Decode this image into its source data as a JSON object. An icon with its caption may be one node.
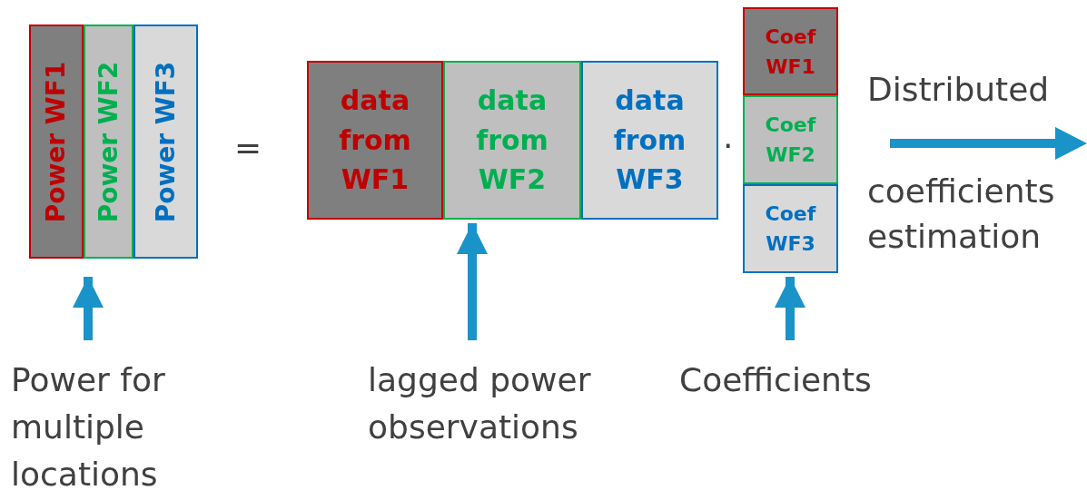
{
  "diagram": {
    "nodes": [
      {
        "text": [
          "Power WF1"
        ]
      },
      {
        "text": [
          "Power WF2"
        ]
      },
      {
        "text": [
          "Power WF3"
        ]
      },
      {
        "text": [
          "data from WF1"
        ]
      },
      {
        "text": [
          "data from WF2"
        ]
      },
      {
        "text": [
          "data from WF3"
        ]
      },
      {
        "text": [
          "Coef WF1"
        ]
      },
      {
        "text": [
          "Coef WF2"
        ]
      },
      {
        "text": [
          "Coef WF3"
        ]
      },
      {
        "text": [
          "Power for multiple locations"
        ]
      },
      {
        "text": [
          "lagged power observations"
        ]
      },
      {
        "text": [
          "Coefficients"
        ]
      }
    ],
    "edges": [
      {
        "from": 9,
        "to": 1,
        "arrow": "to"
      },
      {
        "from": 10,
        "to": 4,
        "arrow": "to"
      },
      {
        "from": 11,
        "to": 8,
        "arrow": "to"
      }
    ],
    "labels": [
      "=",
      "·",
      "Distributed",
      "coefficients estimation"
    ]
  }
}
